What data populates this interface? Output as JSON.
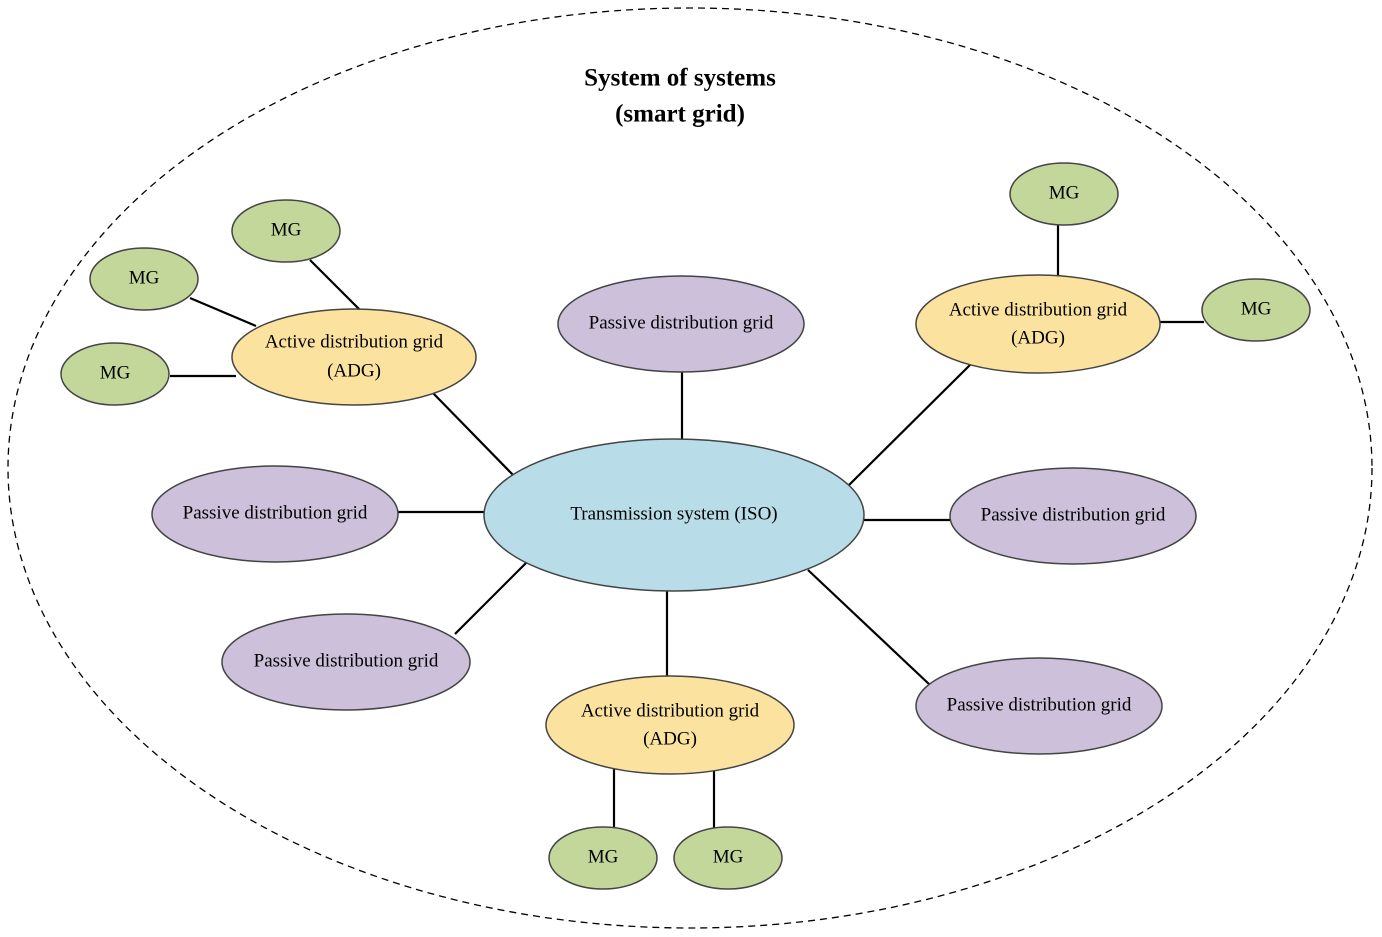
{
  "title": {
    "line1": "System of systems",
    "line2": "(smart grid)"
  },
  "colors": {
    "transmission": "#b8dce8",
    "active": "#fbe39f",
    "passive": "#ccc0da",
    "microgrid": "#c4d79b",
    "boundary": "#000000"
  },
  "nodes": {
    "transmission": {
      "line1": "Transmission system (ISO)"
    },
    "adg_left": {
      "line1": "Active distribution grid",
      "line2": "(ADG)"
    },
    "adg_right": {
      "line1": "Active distribution grid",
      "line2": "(ADG)"
    },
    "adg_bottom": {
      "line1": "Active distribution grid",
      "line2": "(ADG)"
    },
    "pdg_top": {
      "line1": "Passive distribution grid"
    },
    "pdg_left": {
      "line1": "Passive distribution grid"
    },
    "pdg_lower_left": {
      "line1": "Passive distribution grid"
    },
    "pdg_right": {
      "line1": "Passive distribution grid"
    },
    "pdg_lower_right": {
      "line1": "Passive distribution grid"
    },
    "mg_left_top": {
      "line1": "MG"
    },
    "mg_left_mid": {
      "line1": "MG"
    },
    "mg_left_low": {
      "line1": "MG"
    },
    "mg_right_top": {
      "line1": "MG"
    },
    "mg_right_side": {
      "line1": "MG"
    },
    "mg_bottom_left": {
      "line1": "MG"
    },
    "mg_bottom_right": {
      "line1": "MG"
    }
  }
}
